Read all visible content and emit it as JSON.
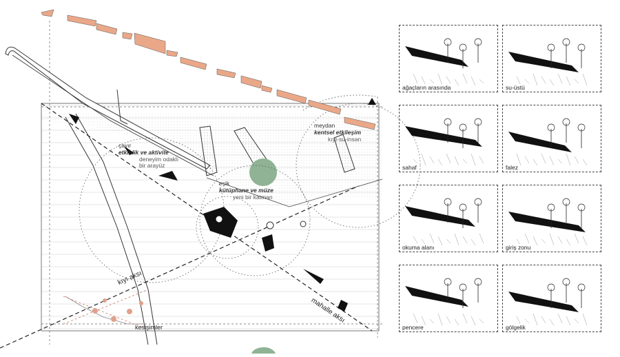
{
  "site": {
    "labels": {
      "cayir": {
        "line1": "çayır",
        "line2": "etkinlik ve aktivite",
        "line3": "deneyim odaklı",
        "line4": "bir arayüz"
      },
      "esik": {
        "line1": "eşik",
        "line2": "kütüphane ve müze",
        "line3": "yeni bir katman"
      },
      "meydan": {
        "line1": "meydan",
        "line2": "kentsel etkileşim",
        "line3": "kıyı-su-insan"
      }
    },
    "axes": {
      "kiyi": "kıyı aksı",
      "mahalle": "mahalle aksı",
      "kesisimler": "kesişimler"
    },
    "colors": {
      "facade": "#eaa888",
      "green": "#8fb394",
      "ink": "#111111",
      "paper": "#ffffff"
    }
  },
  "panels": [
    {
      "caption": "ağaçların arasında"
    },
    {
      "caption": "su-üstü"
    },
    {
      "caption": "sahaf"
    },
    {
      "caption": "falez"
    },
    {
      "caption": "okuma alanı"
    },
    {
      "caption": "giriş zonu"
    },
    {
      "caption": "pencere"
    },
    {
      "caption": "gölgelik"
    }
  ]
}
